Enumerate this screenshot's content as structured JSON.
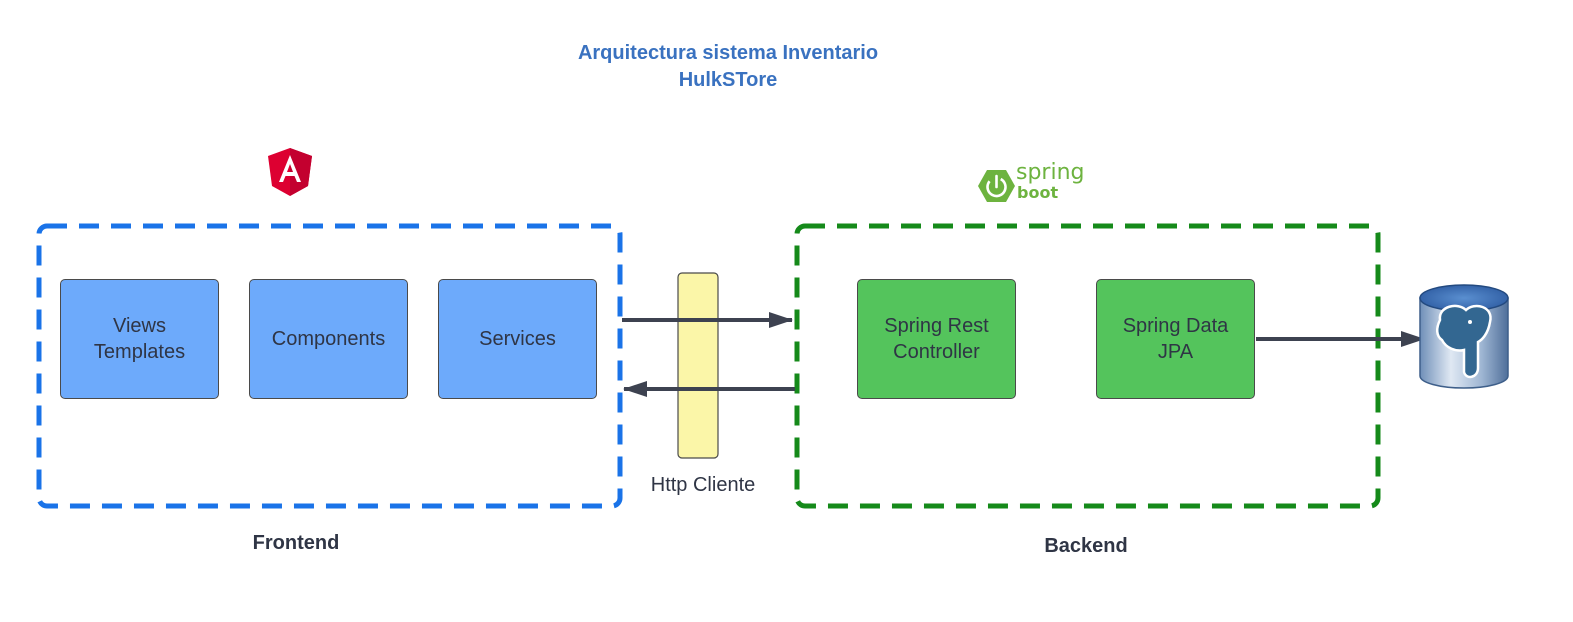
{
  "diagram": {
    "title_line1": "Arquitectura sistema Inventario",
    "title_line2": "HulkSTore",
    "frontend": {
      "label": "Frontend",
      "logo_icon": "angular-logo-icon",
      "logo_letter": "A",
      "color": "#1a73e8",
      "nodes": [
        {
          "line1": "Views",
          "line2": "Templates"
        },
        {
          "line1": "Components",
          "line2": ""
        },
        {
          "line1": "Services",
          "line2": ""
        }
      ]
    },
    "http": {
      "label": "Http Cliente",
      "color": "#fbf6a8"
    },
    "backend": {
      "label": "Backend",
      "logo_icon": "spring-boot-logo-icon",
      "logo_text_1": "spring",
      "logo_text_2": "boot",
      "color": "#158a1a",
      "nodes": [
        {
          "line1": "Spring Rest",
          "line2": "Controller"
        },
        {
          "line1": "Spring Data",
          "line2": "JPA"
        }
      ]
    },
    "database": {
      "icon": "postgresql-database-icon"
    },
    "colors": {
      "frontend_node": "#6daafb",
      "backend_node": "#54c45c",
      "arrow": "#3d4250",
      "title": "#3a72c0"
    }
  }
}
